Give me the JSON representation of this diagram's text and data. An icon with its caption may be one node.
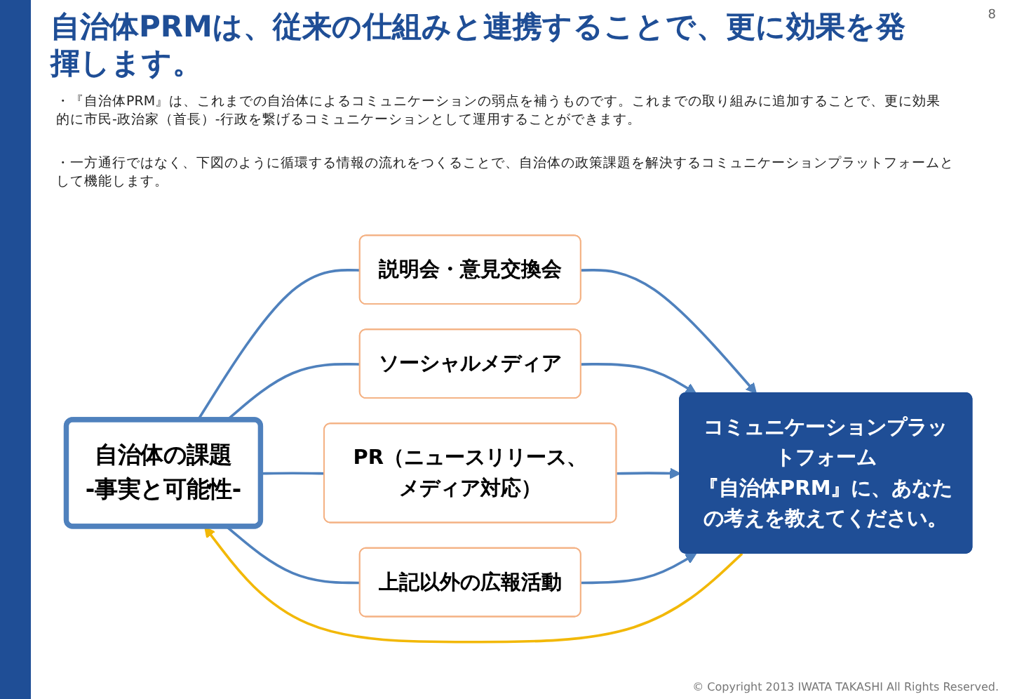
{
  "diagram": {
    "title": "自治体PRMは、従来の仕組みと連携することで、更に効果を発揮します。",
    "nodes": [
      {
        "text": [
          "自治体の課題",
          "-事実と可能性-"
        ]
      },
      {
        "text": [
          "説明会・意見交換会"
        ]
      },
      {
        "text": [
          "ソーシャルメディア"
        ]
      },
      {
        "text": [
          "PR（ニュースリリース、メディア対応）"
        ]
      },
      {
        "text": [
          "上記以外の広報活動"
        ]
      },
      {
        "text": [
          "コミュニケーションプラットフォーム",
          "『自治体PRM』に、あなたの考えを教えてください。"
        ]
      }
    ],
    "edges": [
      {
        "from": 0,
        "to": 1,
        "arrow": "none"
      },
      {
        "from": 0,
        "to": 2,
        "arrow": "none"
      },
      {
        "from": 0,
        "to": 3,
        "arrow": "none"
      },
      {
        "from": 0,
        "to": 4,
        "arrow": "none"
      },
      {
        "from": 1,
        "to": 5,
        "arrow": "to"
      },
      {
        "from": 2,
        "to": 5,
        "arrow": "to"
      },
      {
        "from": 3,
        "to": 5,
        "arrow": "to"
      },
      {
        "from": 4,
        "to": 5,
        "arrow": "to"
      },
      {
        "from": 5,
        "to": 0,
        "arrow": "to",
        "color": "#f2b807"
      }
    ],
    "labels": [
      "8",
      "・『自治体PRM』は、これまでの自治体によるコミュニケーションの弱点を補うものです。これまでの取り組みに追加することで、更に効果的に市民-政治家（首長）-行政を繋げるコミュニケーションとして運用することができます。",
      "・一方通行ではなく、下図のように循環する情報の流れをつくることで、自治体の政策課題を解決するコミュニケーションプラットフォームとして機能します。",
      "© Copyright 2013 IWATA TAKASHI All Rights Reserved."
    ]
  }
}
